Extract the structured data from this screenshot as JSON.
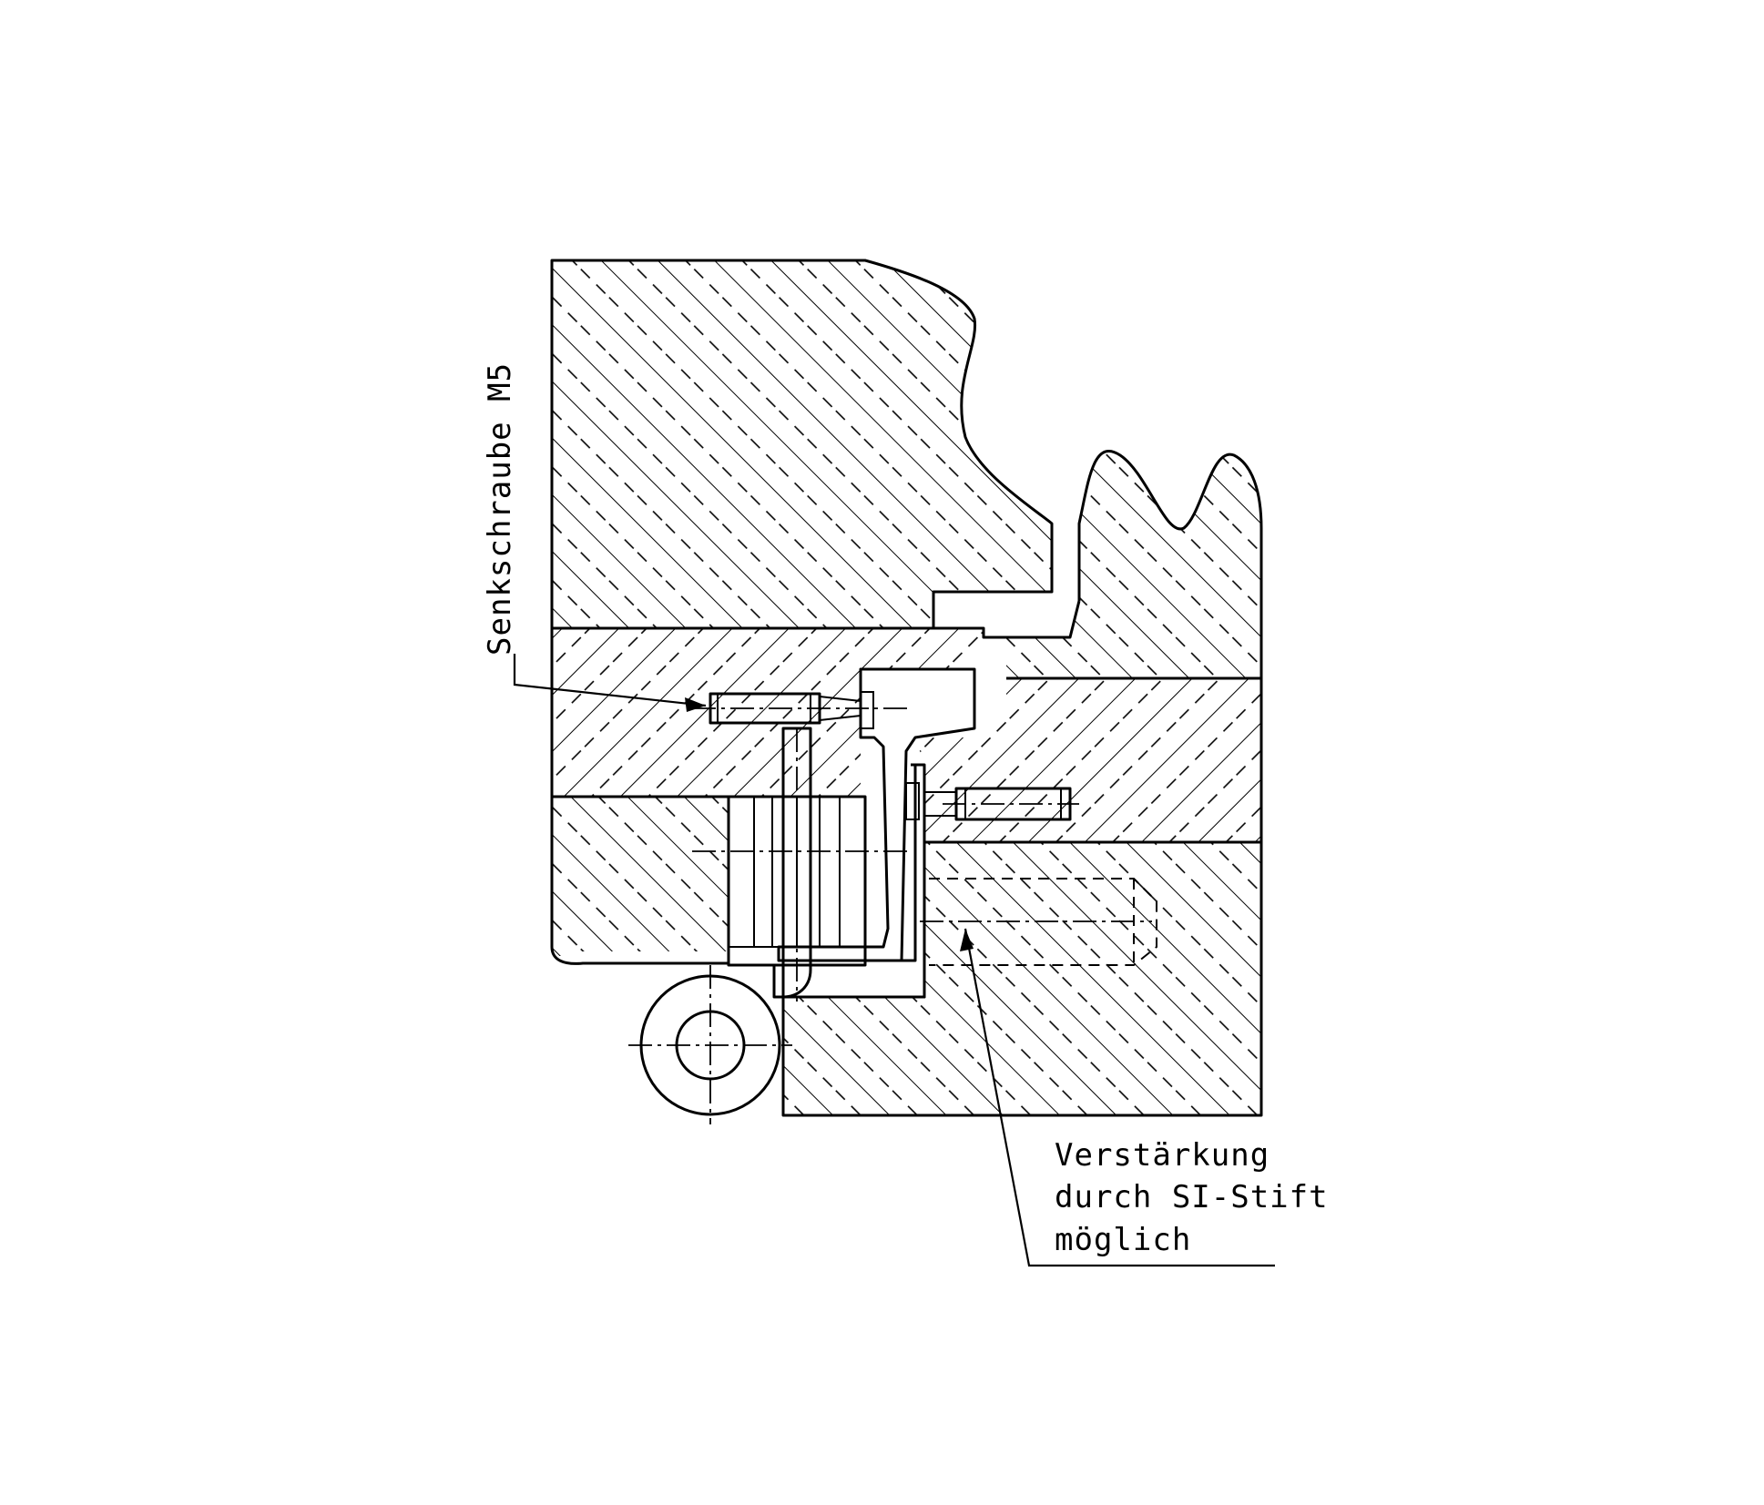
{
  "labels": {
    "screw": "Senkschraube M5",
    "reinforcement_line1": "Verstärkung",
    "reinforcement_line2": "durch SI-Stift",
    "reinforcement_line3": "möglich"
  },
  "colors": {
    "line": "#000000",
    "background": "#ffffff"
  }
}
